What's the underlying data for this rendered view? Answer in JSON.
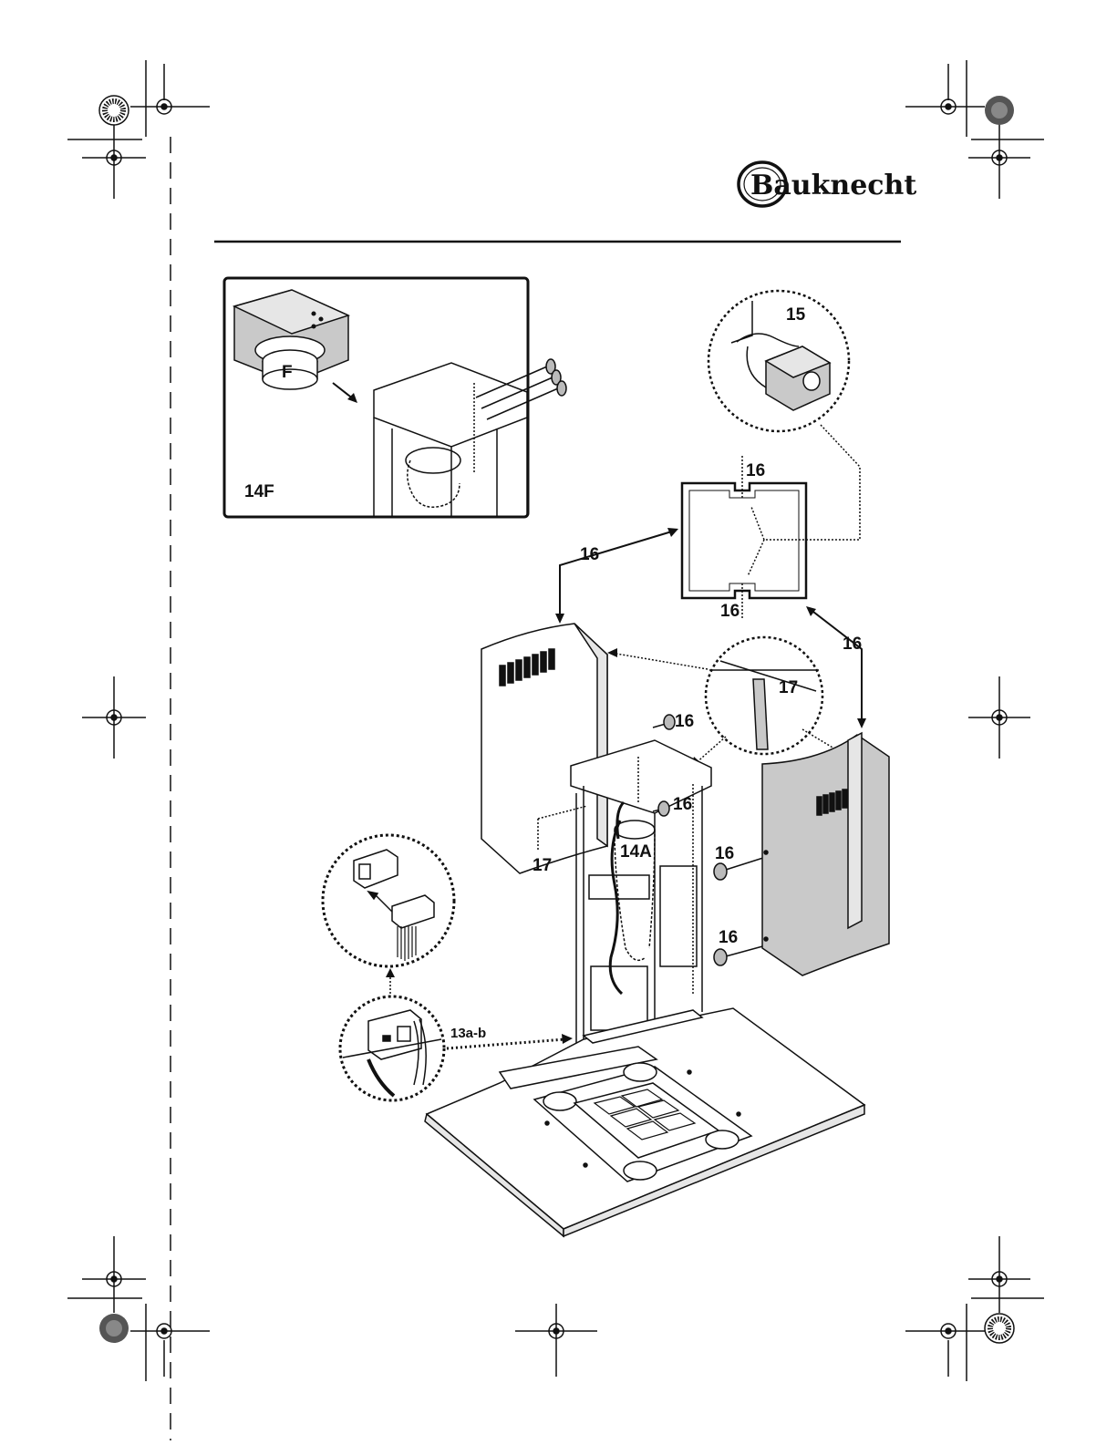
{
  "brand": {
    "name": "Bauknecht"
  },
  "colors": {
    "ink": "#111111",
    "panel_fill": "#c9c9c9",
    "panel_light": "#e6e6e6"
  },
  "labels": {
    "inset_14F": "14F",
    "filter_F": "F",
    "callout_15": "15",
    "callout_16_top": "16",
    "callout_16_bottom": "16",
    "callout_16_left": "16",
    "callout_16_right": "16",
    "callout_16_screw_top": "16",
    "callout_16_screw_mid": "16",
    "callout_16_screw_r1": "16",
    "callout_16_screw_r2": "16",
    "callout_17_detail": "17",
    "callout_17_left": "17",
    "label_14A": "14A",
    "label_13ab": "13a-b"
  }
}
